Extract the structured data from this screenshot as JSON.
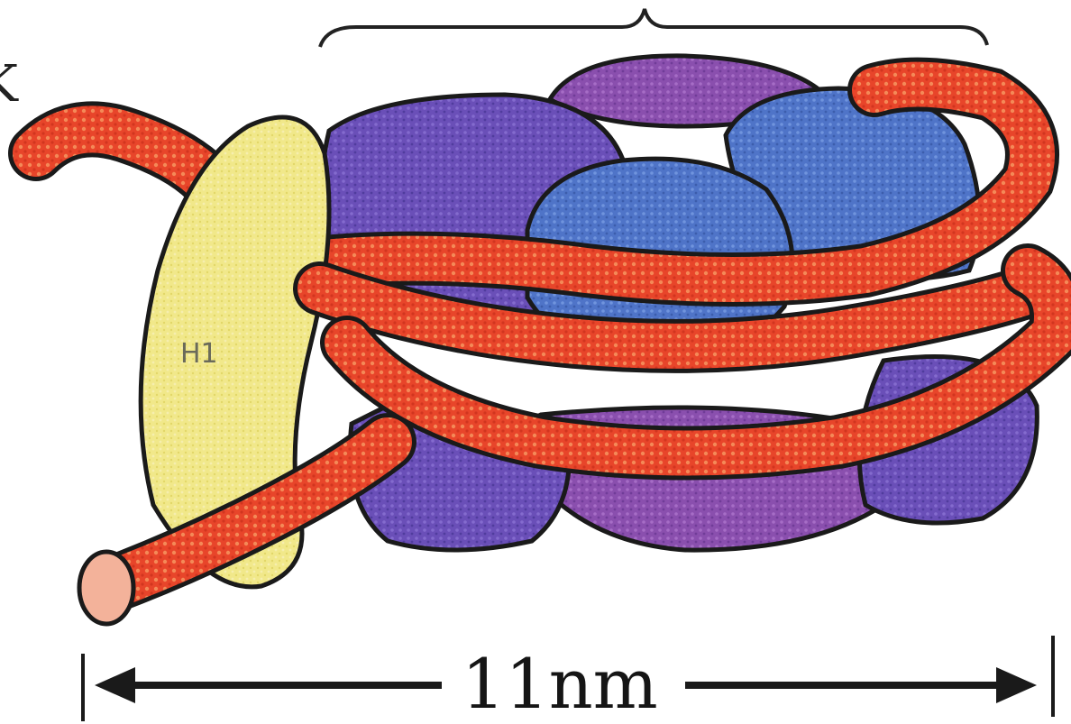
{
  "labels": {
    "linker_histone": "H1",
    "scale": "11nm",
    "cropped_letter": "K"
  },
  "colors": {
    "dna": "#e8452a",
    "dna_highlight": "#f79a63",
    "h1": "#f1e88a",
    "histone_purple": "#8a4fae",
    "histone_violet": "#6a4fb8",
    "histone_blue": "#4f74c8",
    "outline": "#1a1a1a"
  }
}
